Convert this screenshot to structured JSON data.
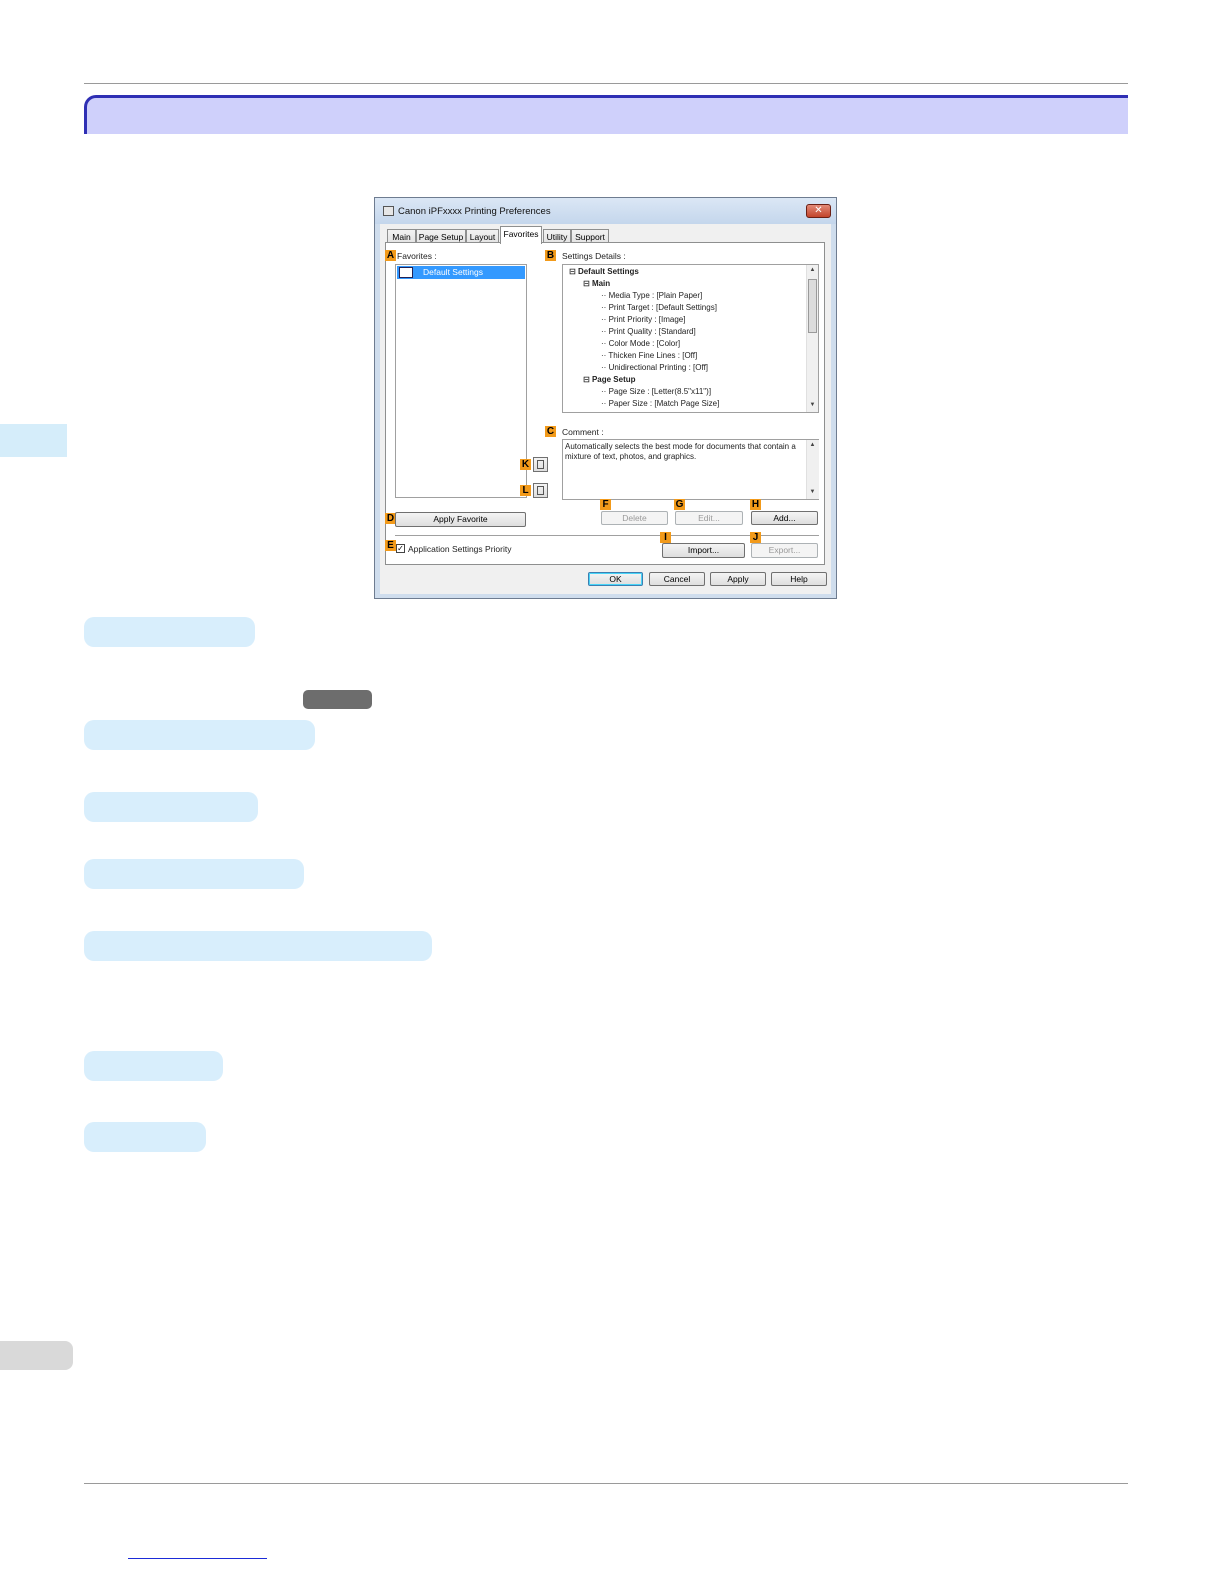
{
  "dialog": {
    "title": "Canon iPFxxxx Printing Preferences",
    "close_label": "✕",
    "tabs": [
      {
        "label": "Main"
      },
      {
        "label": "Page Setup"
      },
      {
        "label": "Layout"
      },
      {
        "label": "Favorites"
      },
      {
        "label": "Utility"
      },
      {
        "label": "Support"
      }
    ],
    "active_tab": "Favorites",
    "callouts": {
      "a": "A",
      "b": "B",
      "c": "C",
      "d": "D",
      "e": "E",
      "f": "F",
      "g": "G",
      "h": "H",
      "i": "I",
      "j": "J",
      "k": "K",
      "l": "L"
    },
    "favorites": {
      "label": "Favorites :",
      "selected_item": "Default Settings"
    },
    "settings_details": {
      "label": "Settings Details :",
      "tree": [
        {
          "text": "Default Settings",
          "bold": true,
          "prefix": "⊟"
        },
        {
          "text": "Main",
          "bold": true,
          "prefix": "⊟"
        },
        {
          "text": "Media Type : [Plain Paper]"
        },
        {
          "text": "Print Target : [Default Settings]"
        },
        {
          "text": "Print Priority : [Image]"
        },
        {
          "text": "Print Quality : [Standard]"
        },
        {
          "text": "Color Mode : [Color]"
        },
        {
          "text": "Thicken Fine Lines : [Off]"
        },
        {
          "text": "Unidirectional Printing : [Off]"
        },
        {
          "text": "Page Setup",
          "bold": true,
          "prefix": "⊟"
        },
        {
          "text": "Page Size : [Letter(8.5\"x11\")]"
        },
        {
          "text": "Paper Size : [Match Page Size]"
        }
      ]
    },
    "comment": {
      "label": "Comment :",
      "text": "Automatically selects the best mode for documents that contain a mixture of text, photos, and graphics."
    },
    "buttons": {
      "apply_favorite": "Apply Favorite",
      "delete": "Delete",
      "edit": "Edit...",
      "add": "Add...",
      "import": "Import...",
      "export": "Export...",
      "ok": "OK",
      "cancel": "Cancel",
      "apply": "Apply",
      "help": "Help"
    },
    "application_settings_priority": {
      "label": "Application Settings Priority",
      "checked": true,
      "check_mark": "✓"
    }
  }
}
